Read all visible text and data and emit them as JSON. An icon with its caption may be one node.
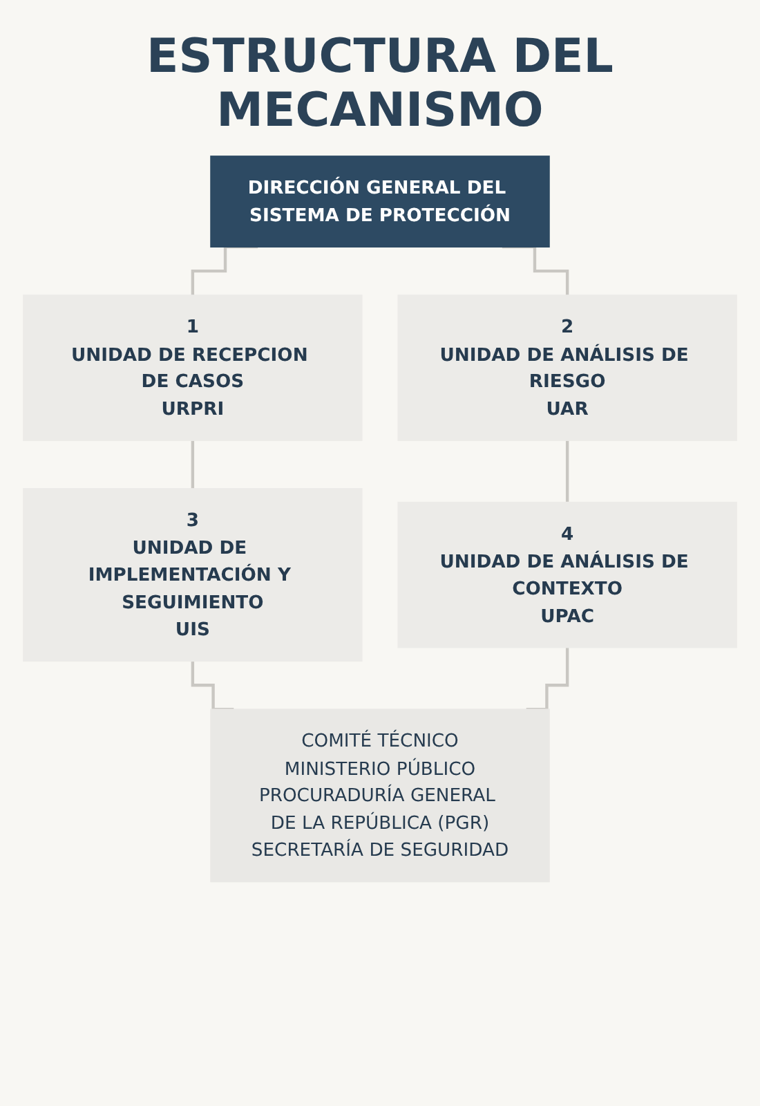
{
  "diagram": {
    "title": "ESTRUCTURA DEL MECANISMO",
    "nodes": [
      {
        "text": [
          "DIRECCIÓN GENERAL DEL SISTEMA DE PROTECCIÓN"
        ]
      },
      {
        "text": [
          "1",
          "UNIDAD DE RECEPCION DE CASOS",
          "URPRI"
        ]
      },
      {
        "text": [
          "2",
          "UNIDAD DE ANÁLISIS DE RIESGO",
          "UAR"
        ]
      },
      {
        "text": [
          "3",
          "UNIDAD DE IMPLEMENTACIÓN Y SEGUIMIENTO",
          "UIS"
        ]
      },
      {
        "text": [
          "4",
          "UNIDAD DE ANÁLISIS DE CONTEXTO",
          "UPAC"
        ]
      },
      {
        "text": [
          "COMITÉ TÉCNICO",
          "MINISTERIO PÚBLICO",
          "PROCURADURÍA GENERAL DE LA REPÚBLICA (PGR)",
          "SECRETARÍA DE SEGURIDAD"
        ]
      }
    ],
    "edges": [
      {
        "from": 0,
        "to": 1,
        "arrow": "none"
      },
      {
        "from": 0,
        "to": 2,
        "arrow": "none"
      },
      {
        "from": 1,
        "to": 3,
        "arrow": "none"
      },
      {
        "from": 2,
        "to": 4,
        "arrow": "none"
      },
      {
        "from": 3,
        "to": 5,
        "arrow": "none"
      },
      {
        "from": 4,
        "to": 5,
        "arrow": "none"
      }
    ]
  }
}
